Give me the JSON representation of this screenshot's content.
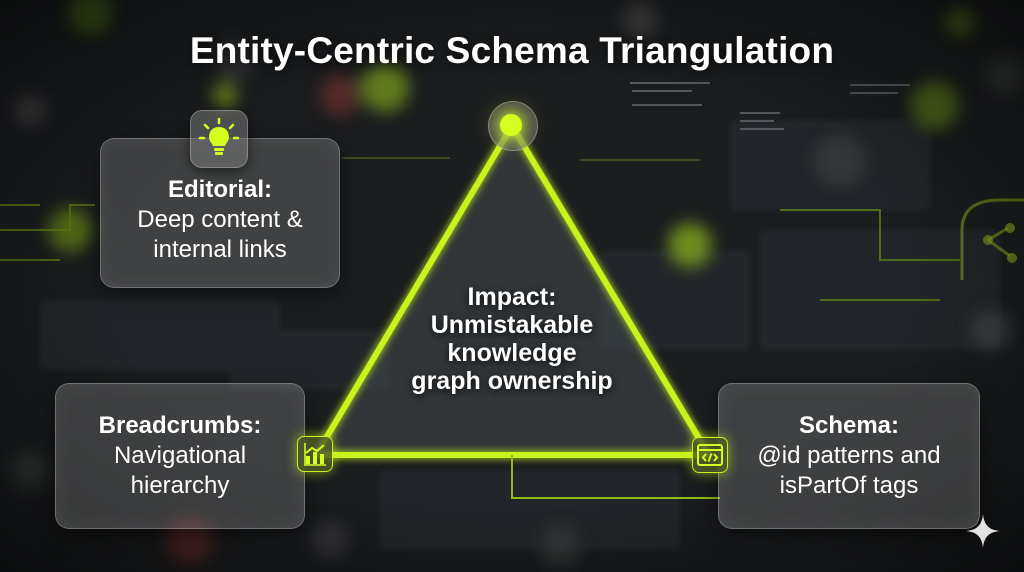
{
  "title": "Entity-Centric Schema Triangulation",
  "center": {
    "lines": [
      "Impact:",
      "Unmistakable",
      "knowledge",
      "graph ownership"
    ]
  },
  "nodes": {
    "editorial": {
      "heading": "Editorial:",
      "lines": [
        "Deep content &",
        "internal links"
      ],
      "icon": "lightbulb-icon"
    },
    "breadcrumbs": {
      "heading": "Breadcrumbs:",
      "lines": [
        "Navigational",
        "hierarchy"
      ],
      "icon": "bar-chart-icon"
    },
    "schema": {
      "heading": "Schema:",
      "lines": [
        "@id patterns and",
        "isPartOf tags"
      ],
      "icon": "code-window-icon"
    }
  },
  "colors": {
    "accent": "#c9f31d",
    "glow": "#d6ff21",
    "background": "#17191b",
    "text": "#ffffff"
  }
}
